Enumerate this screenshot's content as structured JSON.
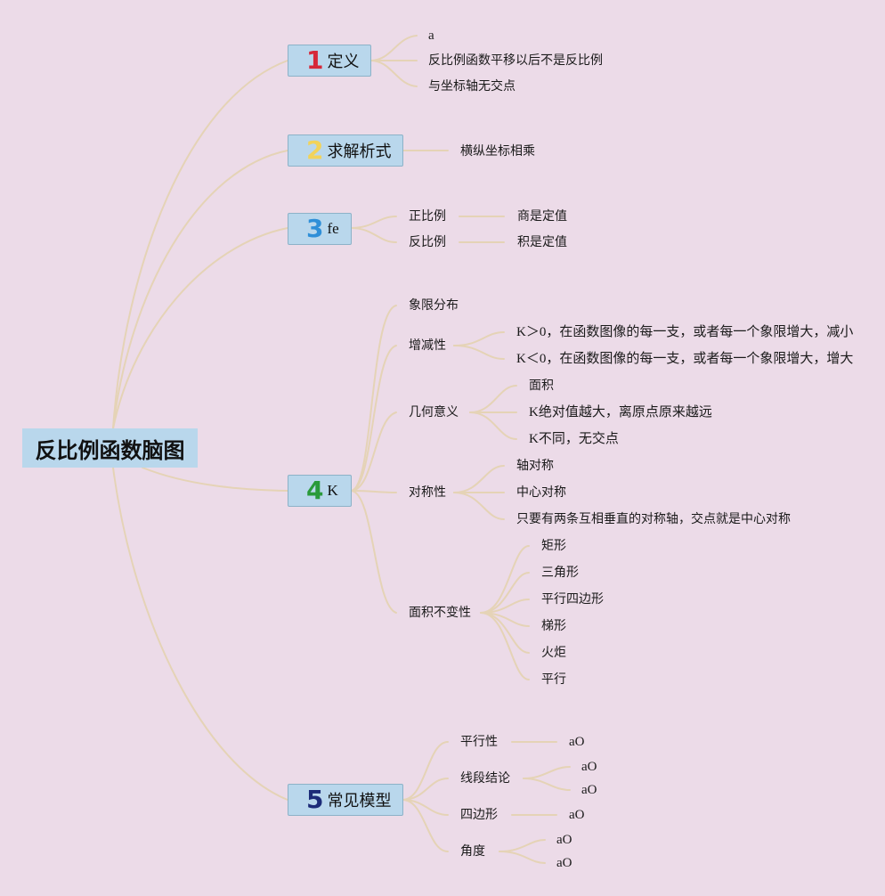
{
  "root": "反比例函数脑图",
  "colors": {
    "background": "#ecdbe8",
    "topic_fill": "#b9d7ec",
    "link": "#e5d3b6",
    "num1": "#d6283a",
    "num2": "#f2d35a",
    "num3": "#2f8fd8",
    "num4": "#2a9a3a",
    "num5": "#1c2b78"
  },
  "topics": [
    {
      "num": "1",
      "label": "定义",
      "children": [
        "a",
        "反比例函数平移以后不是反比例",
        "与坐标轴无交点"
      ]
    },
    {
      "num": "2",
      "label": "求解析式",
      "children": [
        "横纵坐标相乘"
      ]
    },
    {
      "num": "3",
      "label": "fe",
      "children": [
        {
          "label": "正比例",
          "children": [
            "商是定值"
          ]
        },
        {
          "label": "反比例",
          "children": [
            "积是定值"
          ]
        }
      ]
    },
    {
      "num": "4",
      "label": "K",
      "children": [
        {
          "label": "象限分布"
        },
        {
          "label": "增减性",
          "children": [
            "K＞0，在函数图像的每一支，或者每一个象限增大，减小",
            "K＜0，在函数图像的每一支，或者每一个象限增大，增大"
          ]
        },
        {
          "label": "几何意义",
          "children": [
            "面积",
            "K绝对值越大，离原点原来越远",
            "K不同，无交点"
          ]
        },
        {
          "label": "对称性",
          "children": [
            "轴对称",
            "中心对称",
            "只要有两条互相垂直的对称轴，交点就是中心对称"
          ]
        },
        {
          "label": "面积不变性",
          "children": [
            "矩形",
            "三角形",
            "平行四边形",
            "梯形",
            "火炬",
            "平行"
          ]
        }
      ]
    },
    {
      "num": "5",
      "label": "常见模型",
      "children": [
        {
          "label": "平行性",
          "children": [
            "aO"
          ]
        },
        {
          "label": "线段结论",
          "children": [
            "aO",
            "aO"
          ]
        },
        {
          "label": "四边形",
          "children": [
            "aO"
          ]
        },
        {
          "label": "角度",
          "children": [
            "aO",
            "aO"
          ]
        }
      ]
    }
  ]
}
